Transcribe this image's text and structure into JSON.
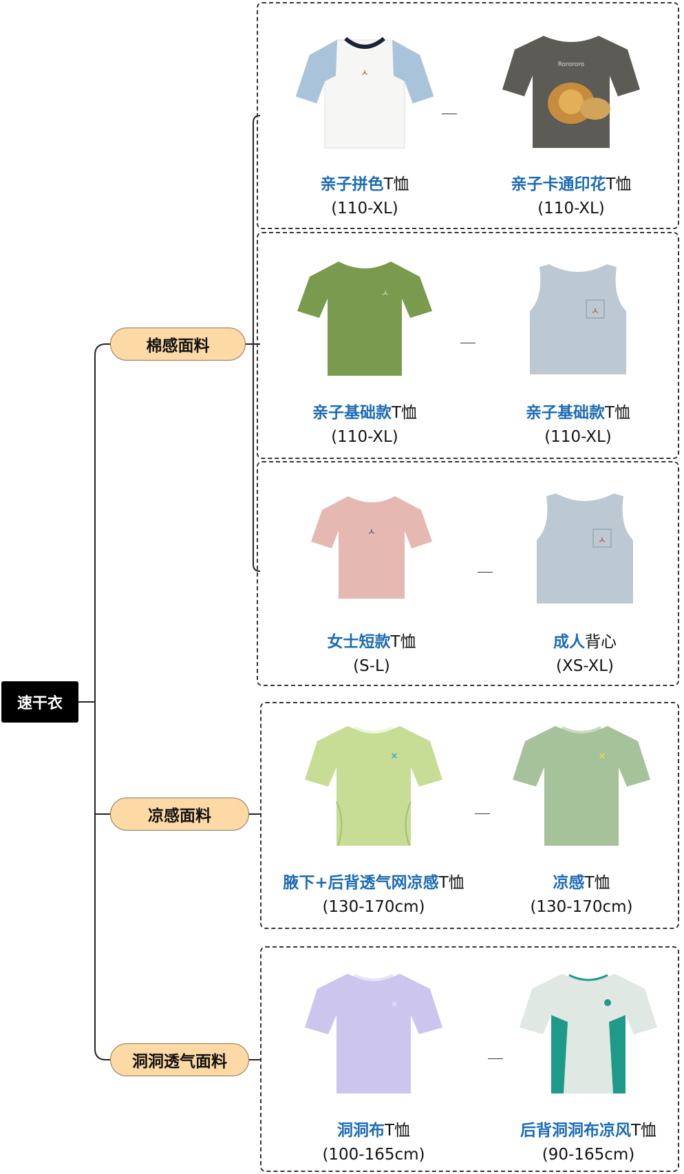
{
  "root": {
    "label": "速干衣"
  },
  "categories": [
    {
      "label": "棉感面料"
    },
    {
      "label": "凉感面料"
    },
    {
      "label": "洞洞透气面料"
    }
  ],
  "products": [
    {
      "name_highlight": "亲子拼色",
      "name_suffix": "T恤",
      "size": "(110-XL)",
      "colors": {
        "body": "#f6f6f4",
        "sleeve": "#a9c4da",
        "collar": "#1c2236"
      }
    },
    {
      "name_highlight": "亲子卡通印花",
      "name_suffix": "T恤",
      "size": "(110-XL)",
      "colors": {
        "body": "#5d5b56",
        "print": "#c78d3e"
      }
    },
    {
      "name_highlight": "亲子基础款",
      "name_suffix": "T恤",
      "size": "(110-XL)",
      "colors": {
        "body": "#7a9a4e"
      }
    },
    {
      "name_highlight": "亲子基础款",
      "name_suffix": "T恤",
      "size": "(110-XL)",
      "colors": {
        "body": "#bcc8d2"
      }
    },
    {
      "name_highlight": "女士短款",
      "name_suffix": "T恤",
      "size": "(S-L)",
      "colors": {
        "body": "#e5b8b1"
      }
    },
    {
      "name_highlight": "成人",
      "name_suffix": "背心",
      "size": "(XS-XL)",
      "colors": {
        "body": "#bcc8d2"
      }
    },
    {
      "name_highlight": "腋下+后背透气网凉感",
      "name_suffix": "T恤",
      "size": "(130-170cm)",
      "colors": {
        "body": "#c7dc94",
        "logo": "#2a9fd6"
      }
    },
    {
      "name_highlight": "凉感",
      "name_suffix": "T恤",
      "size": "(130-170cm)",
      "colors": {
        "body": "#a5c29a",
        "logo": "#e8e33a"
      }
    },
    {
      "name_highlight": "洞洞布",
      "name_suffix": "T恤",
      "size": "(100-165cm)",
      "colors": {
        "body": "#ccc6ee"
      }
    },
    {
      "name_highlight": "后背洞洞布凉风",
      "name_suffix": "T恤",
      "size": "(90-165cm)",
      "colors": {
        "body": "#dfe8e2",
        "panel": "#1f9a88"
      }
    }
  ]
}
